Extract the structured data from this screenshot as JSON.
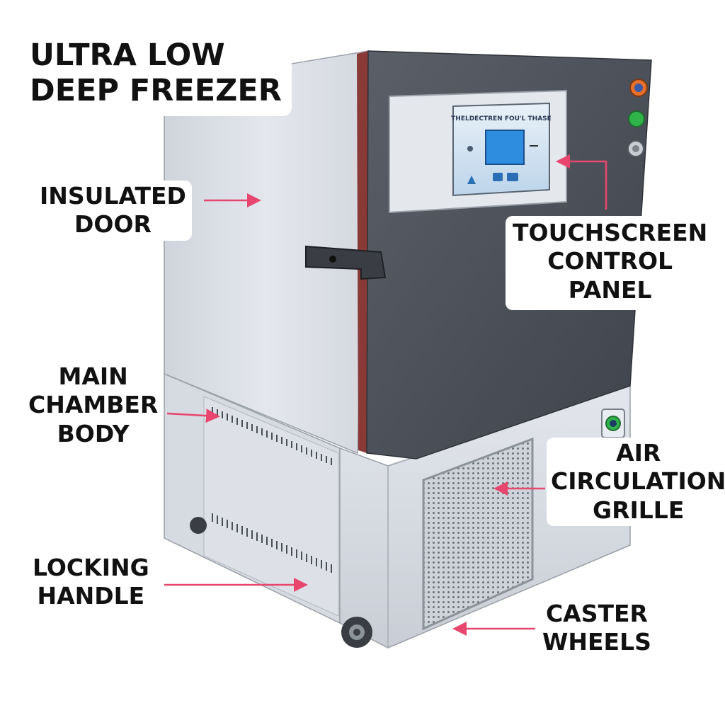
{
  "title": {
    "line1": "ULTRA LOW",
    "line2": "DEEP FREEZER"
  },
  "callouts": {
    "insulated_door": {
      "line1": "INSULATED",
      "line2": "DOOR"
    },
    "touchscreen": {
      "line1": "TOUCHSCREEN",
      "line2": "CONTROL",
      "line3": "PANEL"
    },
    "main_chamber": {
      "line1": "MAIN",
      "line2": "CHAMBER",
      "line3": "BODY"
    },
    "air_grille": {
      "line1": "AIR",
      "line2": "CIRCULATION",
      "line3": "GRILLE"
    },
    "locking_handle": {
      "line1": "LOCKING",
      "line2": "HANDLE"
    },
    "caster_wheels": {
      "line1": "CASTER",
      "line2": "WHEELS"
    }
  },
  "screen": {
    "header_text": "THELDECTREN FOU'L THASE"
  },
  "colors": {
    "arrow": "#e8466e",
    "body_dark": "#4b4f58",
    "body_light": "#dfe3ea",
    "door_seal": "#8a3a36",
    "screen_blue": "#2f8de0",
    "button_orange": "#e8702a",
    "button_green": "#2fb34a"
  },
  "icons": [
    "orange-power-button-icon",
    "green-start-button-icon",
    "grey-key-button-icon",
    "green-switch-icon"
  ]
}
